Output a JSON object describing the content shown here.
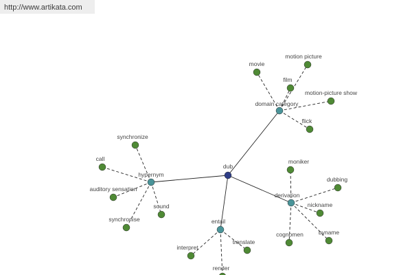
{
  "header": {
    "url": "http://www.artikata.com"
  },
  "colors": {
    "center_node": "#2e3d87",
    "relation_node": "#4a9499",
    "leaf_node": "#4f8a35",
    "edge": "#222222"
  },
  "graph": {
    "center": "dub",
    "relations": [
      {
        "label": "domain category",
        "leaves": [
          "movie",
          "motion picture",
          "film",
          "motion-picture show",
          "flick"
        ]
      },
      {
        "label": "hypernym",
        "leaves": [
          "synchronize",
          "call",
          "auditory sensation",
          "sound",
          "synchronise"
        ]
      },
      {
        "label": "derivation",
        "leaves": [
          "moniker",
          "dubbing",
          "nickname",
          "byname",
          "cognomen"
        ]
      },
      {
        "label": "entail",
        "leaves": [
          "interpret",
          "translate",
          "render"
        ]
      }
    ]
  }
}
